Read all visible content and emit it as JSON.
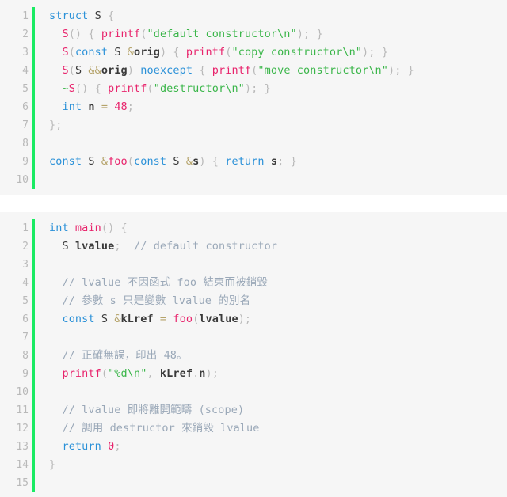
{
  "theme": {
    "page_background": "#ffffff",
    "block_background": "#f6f6f6",
    "gutter_bar_color": "#1aeb63",
    "lineno_color": "#b9b9b9",
    "keyword_color": "#2b91d8",
    "function_color": "#e8246c",
    "string_color": "#3bb64a",
    "comment_color": "#9aa8b8",
    "operator_color": "#b5a36a",
    "punctuation_color": "#b9b9b9",
    "text_color": "#3a3a3a"
  },
  "blocks": [
    {
      "name": "struct-definition-block",
      "language": "cpp",
      "line_numbers": [
        "1",
        "2",
        "3",
        "4",
        "5",
        "6",
        "7",
        "8",
        "9",
        "10"
      ],
      "lines": [
        {
          "number": "1",
          "plain": "struct S {",
          "tokens": [
            {
              "t": "struct",
              "c": "t-kw"
            },
            {
              "t": " ",
              "c": "t-plain"
            },
            {
              "t": "S",
              "c": "t-type"
            },
            {
              "t": " ",
              "c": "t-plain"
            },
            {
              "t": "{",
              "c": "t-punc"
            }
          ]
        },
        {
          "number": "2",
          "plain": "  S() { printf(\"default constructor\\n\"); }",
          "tokens": [
            {
              "t": "  ",
              "c": "t-plain"
            },
            {
              "t": "S",
              "c": "t-fn"
            },
            {
              "t": "()",
              "c": "t-punc"
            },
            {
              "t": " ",
              "c": "t-plain"
            },
            {
              "t": "{",
              "c": "t-punc"
            },
            {
              "t": " ",
              "c": "t-plain"
            },
            {
              "t": "printf",
              "c": "t-fn"
            },
            {
              "t": "(",
              "c": "t-punc"
            },
            {
              "t": "\"default constructor\\n\"",
              "c": "t-str"
            },
            {
              "t": ")",
              "c": "t-punc"
            },
            {
              "t": ";",
              "c": "t-punc"
            },
            {
              "t": " ",
              "c": "t-plain"
            },
            {
              "t": "}",
              "c": "t-punc"
            }
          ]
        },
        {
          "number": "3",
          "plain": "  S(const S &orig) { printf(\"copy constructor\\n\"); }",
          "tokens": [
            {
              "t": "  ",
              "c": "t-plain"
            },
            {
              "t": "S",
              "c": "t-fn"
            },
            {
              "t": "(",
              "c": "t-punc"
            },
            {
              "t": "const",
              "c": "t-kw"
            },
            {
              "t": " ",
              "c": "t-plain"
            },
            {
              "t": "S",
              "c": "t-type"
            },
            {
              "t": " ",
              "c": "t-plain"
            },
            {
              "t": "&",
              "c": "t-op"
            },
            {
              "t": "orig",
              "c": "t-var"
            },
            {
              "t": ")",
              "c": "t-punc"
            },
            {
              "t": " ",
              "c": "t-plain"
            },
            {
              "t": "{",
              "c": "t-punc"
            },
            {
              "t": " ",
              "c": "t-plain"
            },
            {
              "t": "printf",
              "c": "t-fn"
            },
            {
              "t": "(",
              "c": "t-punc"
            },
            {
              "t": "\"copy constructor\\n\"",
              "c": "t-str"
            },
            {
              "t": ")",
              "c": "t-punc"
            },
            {
              "t": ";",
              "c": "t-punc"
            },
            {
              "t": " ",
              "c": "t-plain"
            },
            {
              "t": "}",
              "c": "t-punc"
            }
          ]
        },
        {
          "number": "4",
          "plain": "  S(S &&orig) noexcept { printf(\"move constructor\\n\"); }",
          "tokens": [
            {
              "t": "  ",
              "c": "t-plain"
            },
            {
              "t": "S",
              "c": "t-fn"
            },
            {
              "t": "(",
              "c": "t-punc"
            },
            {
              "t": "S",
              "c": "t-type"
            },
            {
              "t": " ",
              "c": "t-plain"
            },
            {
              "t": "&&",
              "c": "t-op"
            },
            {
              "t": "orig",
              "c": "t-var"
            },
            {
              "t": ")",
              "c": "t-punc"
            },
            {
              "t": " ",
              "c": "t-plain"
            },
            {
              "t": "noexcept",
              "c": "t-kw"
            },
            {
              "t": " ",
              "c": "t-plain"
            },
            {
              "t": "{",
              "c": "t-punc"
            },
            {
              "t": " ",
              "c": "t-plain"
            },
            {
              "t": "printf",
              "c": "t-fn"
            },
            {
              "t": "(",
              "c": "t-punc"
            },
            {
              "t": "\"move constructor\\n\"",
              "c": "t-str"
            },
            {
              "t": ")",
              "c": "t-punc"
            },
            {
              "t": ";",
              "c": "t-punc"
            },
            {
              "t": " ",
              "c": "t-plain"
            },
            {
              "t": "}",
              "c": "t-punc"
            }
          ]
        },
        {
          "number": "5",
          "plain": "  ~S() { printf(\"destructor\\n\"); }",
          "tokens": [
            {
              "t": "  ",
              "c": "t-plain"
            },
            {
              "t": "~",
              "c": "t-tilde"
            },
            {
              "t": "S",
              "c": "t-fn"
            },
            {
              "t": "()",
              "c": "t-punc"
            },
            {
              "t": " ",
              "c": "t-plain"
            },
            {
              "t": "{",
              "c": "t-punc"
            },
            {
              "t": " ",
              "c": "t-plain"
            },
            {
              "t": "printf",
              "c": "t-fn"
            },
            {
              "t": "(",
              "c": "t-punc"
            },
            {
              "t": "\"destructor\\n\"",
              "c": "t-str"
            },
            {
              "t": ")",
              "c": "t-punc"
            },
            {
              "t": ";",
              "c": "t-punc"
            },
            {
              "t": " ",
              "c": "t-plain"
            },
            {
              "t": "}",
              "c": "t-punc"
            }
          ]
        },
        {
          "number": "6",
          "plain": "  int n = 48;",
          "tokens": [
            {
              "t": "  ",
              "c": "t-plain"
            },
            {
              "t": "int",
              "c": "t-kw"
            },
            {
              "t": " ",
              "c": "t-plain"
            },
            {
              "t": "n",
              "c": "t-var"
            },
            {
              "t": " ",
              "c": "t-plain"
            },
            {
              "t": "=",
              "c": "t-op"
            },
            {
              "t": " ",
              "c": "t-plain"
            },
            {
              "t": "48",
              "c": "t-num"
            },
            {
              "t": ";",
              "c": "t-punc"
            }
          ]
        },
        {
          "number": "7",
          "plain": "};",
          "tokens": [
            {
              "t": "}",
              "c": "t-punc"
            },
            {
              "t": ";",
              "c": "t-punc"
            }
          ]
        },
        {
          "number": "8",
          "plain": "",
          "tokens": []
        },
        {
          "number": "9",
          "plain": "const S &foo(const S &s) { return s; }",
          "tokens": [
            {
              "t": "const",
              "c": "t-kw"
            },
            {
              "t": " ",
              "c": "t-plain"
            },
            {
              "t": "S",
              "c": "t-type"
            },
            {
              "t": " ",
              "c": "t-plain"
            },
            {
              "t": "&",
              "c": "t-op"
            },
            {
              "t": "foo",
              "c": "t-fn"
            },
            {
              "t": "(",
              "c": "t-punc"
            },
            {
              "t": "const",
              "c": "t-kw"
            },
            {
              "t": " ",
              "c": "t-plain"
            },
            {
              "t": "S",
              "c": "t-type"
            },
            {
              "t": " ",
              "c": "t-plain"
            },
            {
              "t": "&",
              "c": "t-op"
            },
            {
              "t": "s",
              "c": "t-var"
            },
            {
              "t": ")",
              "c": "t-punc"
            },
            {
              "t": " ",
              "c": "t-plain"
            },
            {
              "t": "{",
              "c": "t-punc"
            },
            {
              "t": " ",
              "c": "t-plain"
            },
            {
              "t": "return",
              "c": "t-kw"
            },
            {
              "t": " ",
              "c": "t-plain"
            },
            {
              "t": "s",
              "c": "t-var"
            },
            {
              "t": ";",
              "c": "t-punc"
            },
            {
              "t": " ",
              "c": "t-plain"
            },
            {
              "t": "}",
              "c": "t-punc"
            }
          ]
        },
        {
          "number": "10",
          "plain": "",
          "tokens": []
        }
      ]
    },
    {
      "name": "main-function-block",
      "language": "cpp",
      "line_numbers": [
        "1",
        "2",
        "3",
        "4",
        "5",
        "6",
        "7",
        "8",
        "9",
        "10",
        "11",
        "12",
        "13",
        "14",
        "15"
      ],
      "lines": [
        {
          "number": "1",
          "plain": "int main() {",
          "tokens": [
            {
              "t": "int",
              "c": "t-kw"
            },
            {
              "t": " ",
              "c": "t-plain"
            },
            {
              "t": "main",
              "c": "t-fn"
            },
            {
              "t": "()",
              "c": "t-punc"
            },
            {
              "t": " ",
              "c": "t-plain"
            },
            {
              "t": "{",
              "c": "t-punc"
            }
          ]
        },
        {
          "number": "2",
          "plain": "  S lvalue;  // default constructor",
          "tokens": [
            {
              "t": "  ",
              "c": "t-plain"
            },
            {
              "t": "S",
              "c": "t-type"
            },
            {
              "t": " ",
              "c": "t-plain"
            },
            {
              "t": "lvalue",
              "c": "t-var"
            },
            {
              "t": ";",
              "c": "t-punc"
            },
            {
              "t": "  ",
              "c": "t-plain"
            },
            {
              "t": "// default constructor",
              "c": "t-cmt"
            }
          ]
        },
        {
          "number": "3",
          "plain": "",
          "tokens": []
        },
        {
          "number": "4",
          "plain": "  // lvalue 不因函式 foo 結束而被銷毀",
          "tokens": [
            {
              "t": "  ",
              "c": "t-plain"
            },
            {
              "t": "// lvalue 不因函式 foo 結束而被銷毀",
              "c": "t-cmt"
            }
          ]
        },
        {
          "number": "5",
          "plain": "  // 參數 s 只是變數 lvalue 的別名",
          "tokens": [
            {
              "t": "  ",
              "c": "t-plain"
            },
            {
              "t": "// 參數 s 只是變數 lvalue 的別名",
              "c": "t-cmt"
            }
          ]
        },
        {
          "number": "6",
          "plain": "  const S &kLref = foo(lvalue);",
          "tokens": [
            {
              "t": "  ",
              "c": "t-plain"
            },
            {
              "t": "const",
              "c": "t-kw"
            },
            {
              "t": " ",
              "c": "t-plain"
            },
            {
              "t": "S",
              "c": "t-type"
            },
            {
              "t": " ",
              "c": "t-plain"
            },
            {
              "t": "&",
              "c": "t-op"
            },
            {
              "t": "kLref",
              "c": "t-var"
            },
            {
              "t": " ",
              "c": "t-plain"
            },
            {
              "t": "=",
              "c": "t-op"
            },
            {
              "t": " ",
              "c": "t-plain"
            },
            {
              "t": "foo",
              "c": "t-fn"
            },
            {
              "t": "(",
              "c": "t-punc"
            },
            {
              "t": "lvalue",
              "c": "t-var"
            },
            {
              "t": ")",
              "c": "t-punc"
            },
            {
              "t": ";",
              "c": "t-punc"
            }
          ]
        },
        {
          "number": "7",
          "plain": "",
          "tokens": []
        },
        {
          "number": "8",
          "plain": "  // 正確無誤，印出 48。",
          "tokens": [
            {
              "t": "  ",
              "c": "t-plain"
            },
            {
              "t": "// 正確無誤，印出 48。",
              "c": "t-cmt"
            }
          ]
        },
        {
          "number": "9",
          "plain": "  printf(\"%d\\n\", kLref.n);",
          "tokens": [
            {
              "t": "  ",
              "c": "t-plain"
            },
            {
              "t": "printf",
              "c": "t-fn"
            },
            {
              "t": "(",
              "c": "t-punc"
            },
            {
              "t": "\"%d\\n\"",
              "c": "t-str"
            },
            {
              "t": ",",
              "c": "t-punc"
            },
            {
              "t": " ",
              "c": "t-plain"
            },
            {
              "t": "kLref",
              "c": "t-var"
            },
            {
              "t": ".",
              "c": "t-punc"
            },
            {
              "t": "n",
              "c": "t-var"
            },
            {
              "t": ")",
              "c": "t-punc"
            },
            {
              "t": ";",
              "c": "t-punc"
            }
          ]
        },
        {
          "number": "10",
          "plain": "",
          "tokens": []
        },
        {
          "number": "11",
          "plain": "  // lvalue 即將離開範疇 (scope)",
          "tokens": [
            {
              "t": "  ",
              "c": "t-plain"
            },
            {
              "t": "// lvalue 即將離開範疇 (scope)",
              "c": "t-cmt"
            }
          ]
        },
        {
          "number": "12",
          "plain": "  // 調用 destructor 來銷毀 lvalue",
          "tokens": [
            {
              "t": "  ",
              "c": "t-plain"
            },
            {
              "t": "// 調用 destructor 來銷毀 lvalue",
              "c": "t-cmt"
            }
          ]
        },
        {
          "number": "13",
          "plain": "  return 0;",
          "tokens": [
            {
              "t": "  ",
              "c": "t-plain"
            },
            {
              "t": "return",
              "c": "t-kw"
            },
            {
              "t": " ",
              "c": "t-plain"
            },
            {
              "t": "0",
              "c": "t-num"
            },
            {
              "t": ";",
              "c": "t-punc"
            }
          ]
        },
        {
          "number": "14",
          "plain": "}",
          "tokens": [
            {
              "t": "}",
              "c": "t-punc"
            }
          ]
        },
        {
          "number": "15",
          "plain": "",
          "tokens": []
        }
      ]
    }
  ]
}
